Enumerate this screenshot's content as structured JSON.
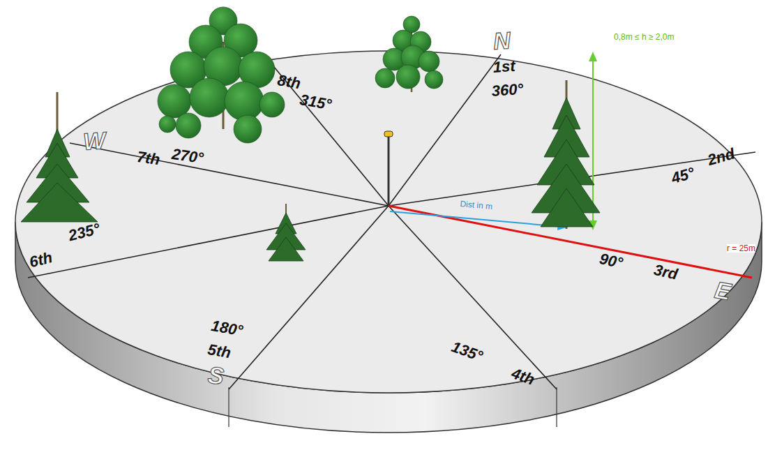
{
  "diagram": {
    "labels": [
      "0,8m ≤ h ≥ 2,0m",
      "N",
      "1st",
      "360°",
      "8th",
      "315°",
      "W",
      "7th",
      "270°",
      "2nd",
      "45°",
      "Dist in m",
      "r = 25m",
      "90°",
      "3rd",
      "E",
      "235°",
      "6th",
      "180°",
      "5th",
      "S",
      "135°",
      "4th"
    ]
  }
}
